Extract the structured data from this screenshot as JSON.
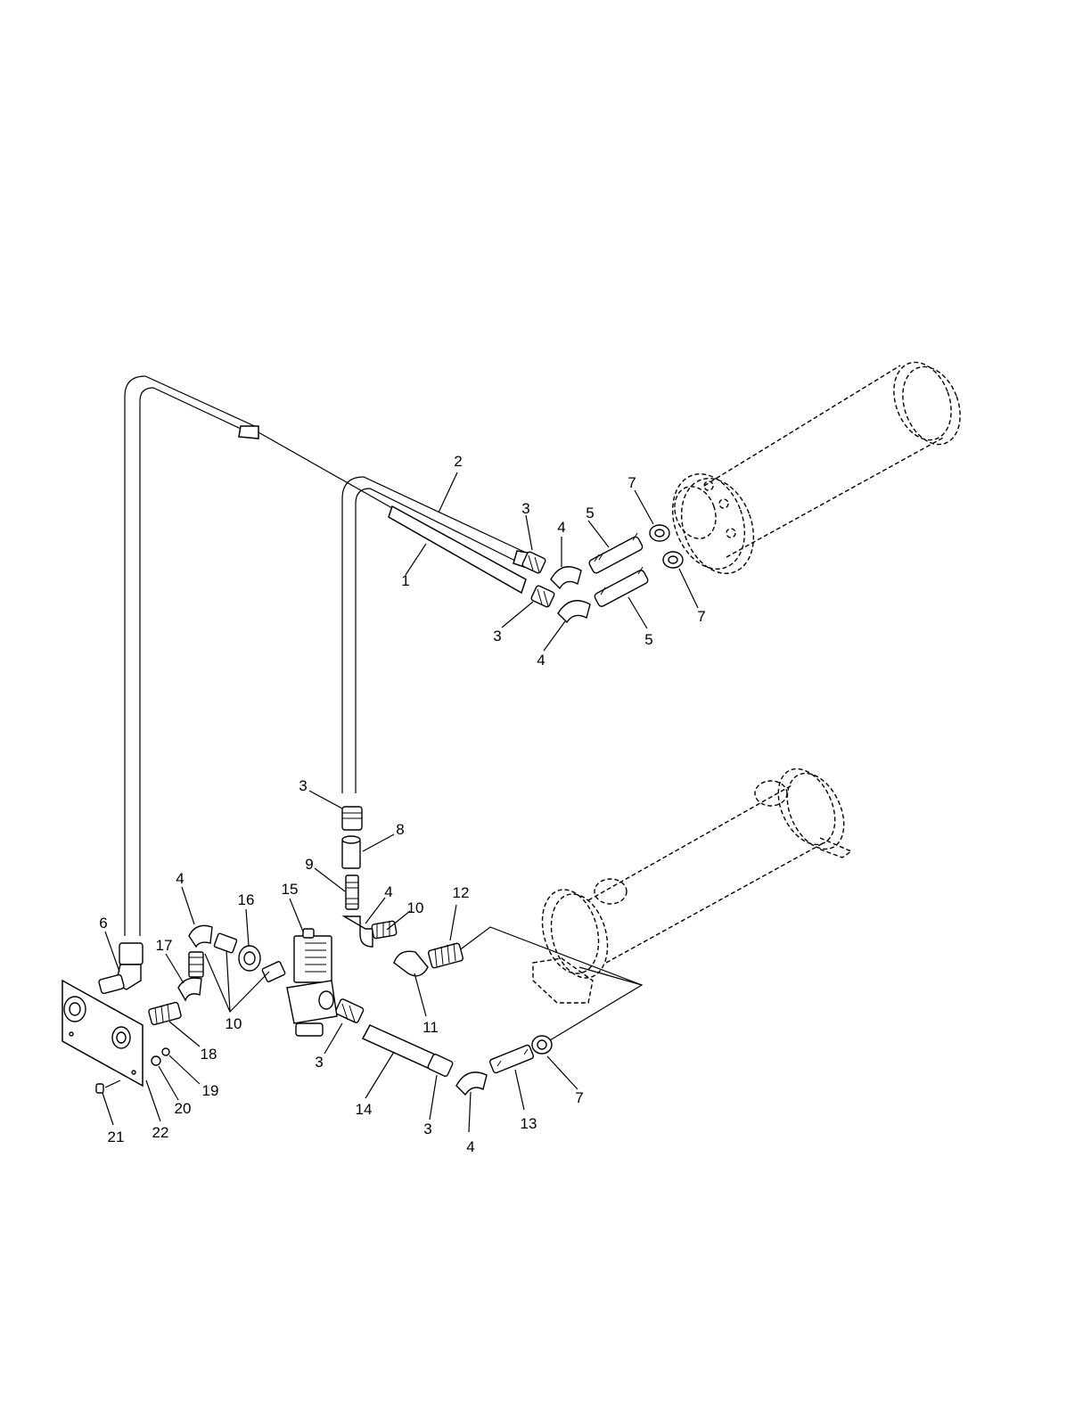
{
  "callouts": {
    "c1": "1",
    "c2": "2",
    "c3a": "3",
    "c3b": "3",
    "c3c": "3",
    "c3d": "3",
    "c3e": "3",
    "c4a": "4",
    "c4b": "4",
    "c4c": "4",
    "c4d": "4",
    "c4e": "4",
    "c5a": "5",
    "c5b": "5",
    "c6": "6",
    "c7a": "7",
    "c7b": "7",
    "c7c": "7",
    "c8": "8",
    "c9": "9",
    "c10a": "10",
    "c10b": "10",
    "c11": "11",
    "c12": "12",
    "c13": "13",
    "c14": "14",
    "c15": "15",
    "c16": "16",
    "c17": "17",
    "c18": "18",
    "c19": "19",
    "c20": "20",
    "c21": "21",
    "c22": "22"
  }
}
